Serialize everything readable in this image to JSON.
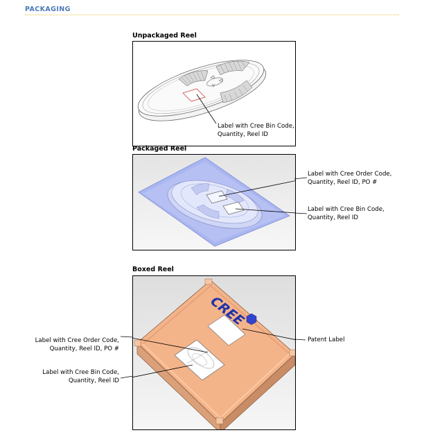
{
  "section_header": "PACKAGING",
  "panels": [
    {
      "title": "Unpackaged Reel",
      "callouts": [
        {
          "lines": [
            "Label with Cree Bin Code,",
            "Quantity, Reel ID"
          ]
        }
      ]
    },
    {
      "title": "Packaged Reel",
      "callouts": [
        {
          "lines": [
            "Label with Cree Order Code,",
            "Quantity, Reel ID, PO #"
          ]
        },
        {
          "lines": [
            "Label with Cree Bin Code,",
            "Quantity, Reel ID"
          ]
        }
      ]
    },
    {
      "title": "Boxed Reel",
      "box_brand": "CREE",
      "callouts": [
        {
          "lines": [
            "Label with Cree Order Code,",
            "Quantity, Reel ID, PO #"
          ]
        },
        {
          "lines": [
            "Label with Cree Bin Code,",
            "Quantity, Reel ID"
          ]
        },
        {
          "lines": [
            "Patent Label"
          ]
        }
      ]
    }
  ],
  "colors": {
    "header_blue": "#4d79b7",
    "dotted_rule": "#e8c548",
    "bag_blue": "#aab6f0",
    "box_orange": "#f4b48a",
    "brand_blue": "#2233aa"
  }
}
